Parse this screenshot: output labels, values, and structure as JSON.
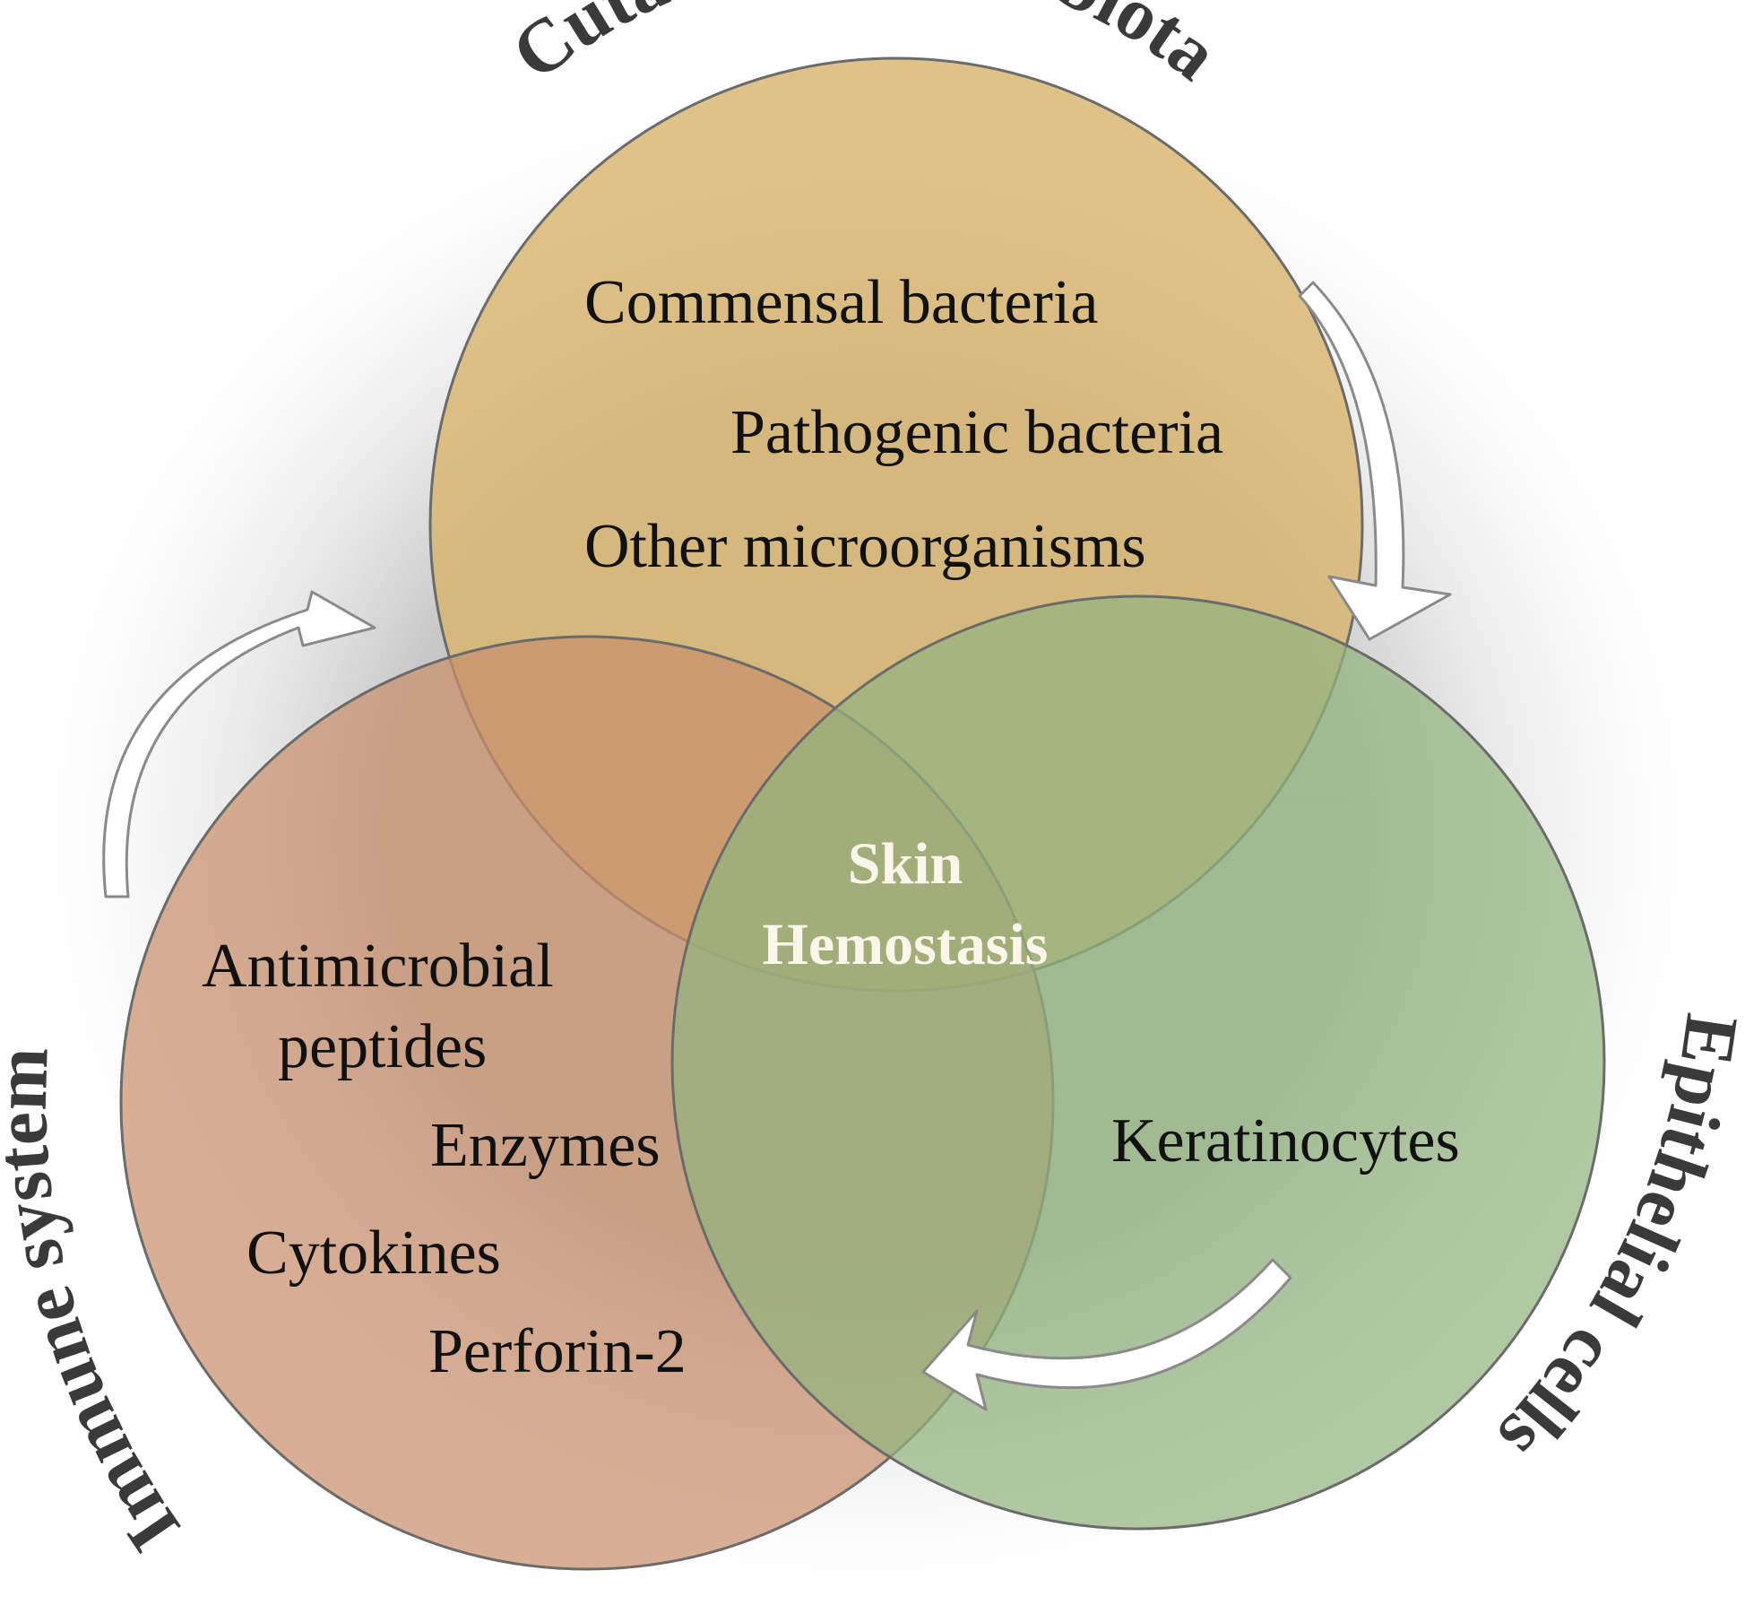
{
  "colors": {
    "microbiota": "#d8b56d",
    "immune": "#c9906b",
    "epithelial": "#93b47e",
    "center_text": "#fbf6ea",
    "outline": "#6b6b6b"
  },
  "labels": {
    "top": "Cutaneous microbiota",
    "left": "Immune system",
    "right": "Epithelial cells"
  },
  "microbiota_items": [
    "Commensal bacteria",
    "Pathogenic bacteria",
    "Other microorganisms"
  ],
  "immune_items": [
    "Antimicrobial",
    "peptides",
    "Enzymes",
    "Cytokines",
    "Perforin-2"
  ],
  "epithelial_items": [
    "Keratinocytes"
  ],
  "center": {
    "line1": "Skin",
    "line2": "Hemostasis"
  }
}
